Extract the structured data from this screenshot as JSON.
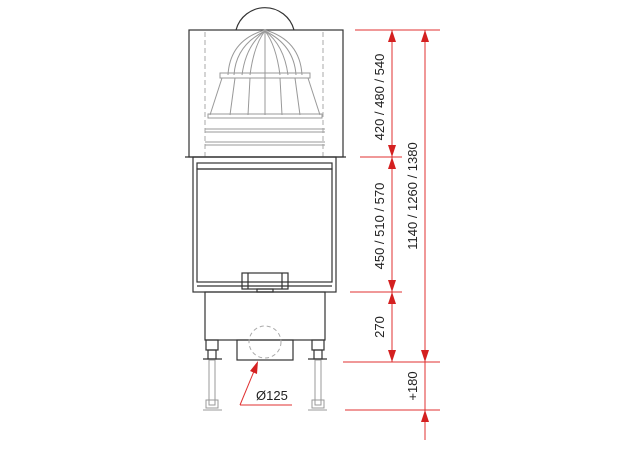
{
  "dimensions": {
    "upper_height": "420 / 480 / 540",
    "firebox_height": "450 / 510 / 570",
    "base_height": "270",
    "total_height": "1140 / 1260 / 1380",
    "leg_extension": "+180",
    "flue_diameter": "Ø125"
  },
  "colors": {
    "dimension": "#e03030",
    "outline": "#333333"
  }
}
